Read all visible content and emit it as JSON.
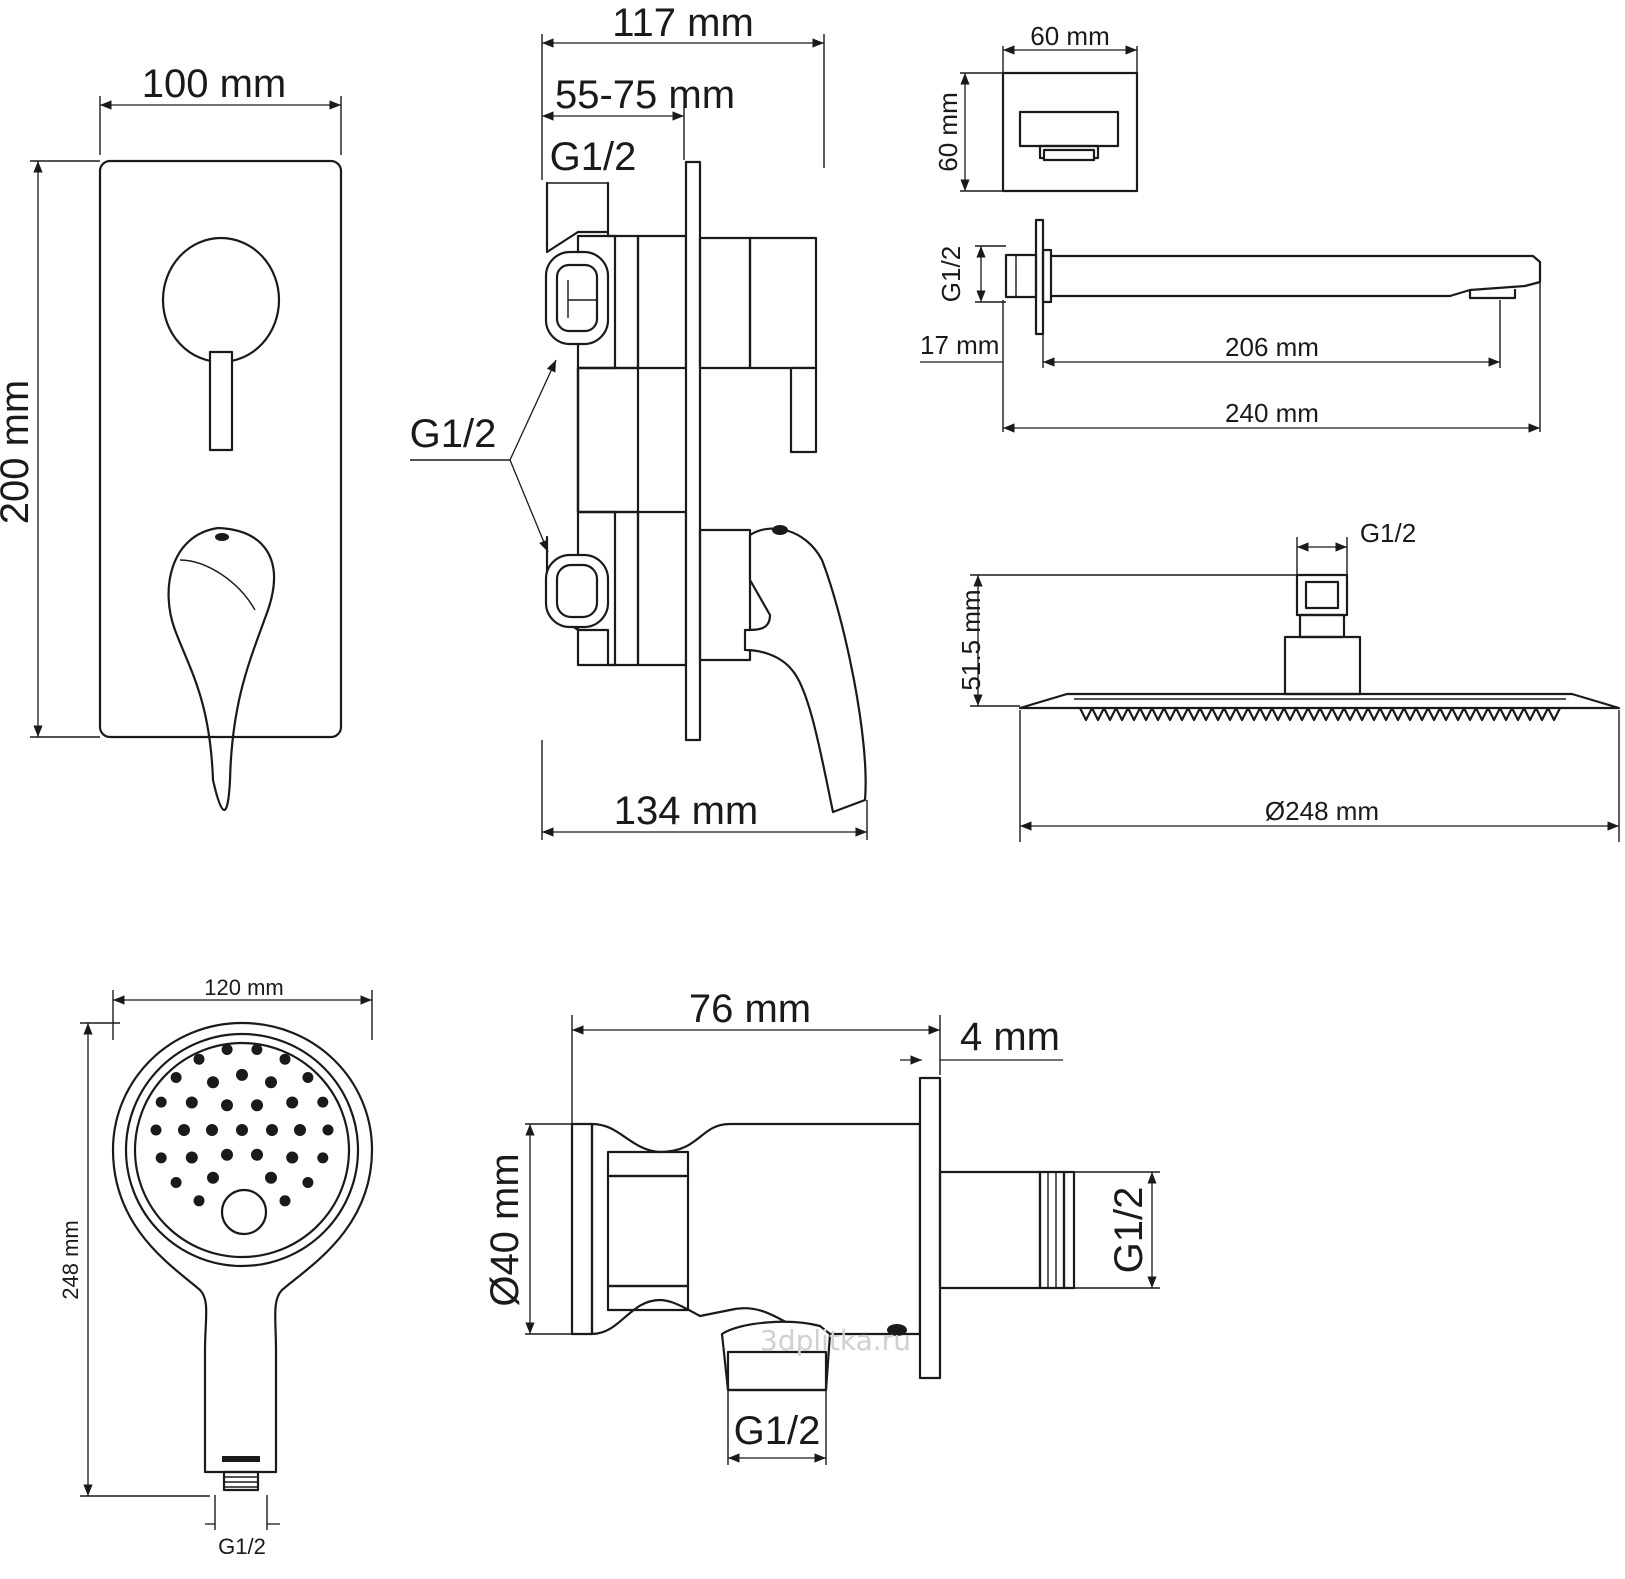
{
  "mixer_front": {
    "width": "100 mm",
    "height": "200 mm"
  },
  "mixer_side": {
    "total_depth": "117 mm",
    "embed_depth": "55-75 mm",
    "top_thread": "G1/2",
    "outlet_thread": "G1/2",
    "lever_depth": "134 mm"
  },
  "spout": {
    "front_w": "60 mm",
    "front_h": "60 mm",
    "thread": "G1/2",
    "flange": "17 mm",
    "projection": "206 mm",
    "length": "240 mm"
  },
  "shower_head": {
    "thread": "G1/2",
    "height": "51.5 mm",
    "diameter": "Ø248 mm"
  },
  "hand_shower": {
    "width": "120 mm",
    "length": "248 mm",
    "thread": "G1/2"
  },
  "wall_outlet": {
    "depth": "76 mm",
    "flange": "4 mm",
    "diameter": "Ø40 mm",
    "side_thread": "G1/2",
    "bottom_thread": "G1/2"
  },
  "watermark": "3dplitka.ru"
}
